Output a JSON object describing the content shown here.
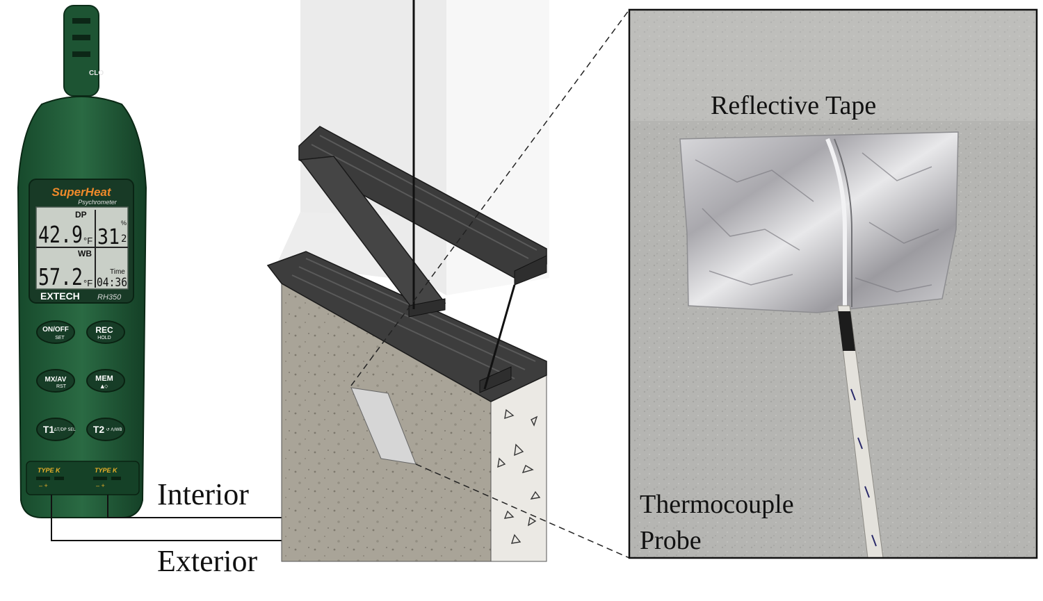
{
  "meter": {
    "brand_script": "SuperHeat",
    "model_subtitle": "Psychrometer",
    "brand": "EXTECH",
    "model": "RH350",
    "display": {
      "dp_label": "DP",
      "dp_value": "42.9",
      "dp_unit": "°F",
      "rh_value": "31",
      "rh_digit2": "2",
      "rh_unit": "%",
      "wb_label": "WB",
      "wb_value": "57.2",
      "wb_unit": "°F",
      "time_label": "Time",
      "time_value": "04:36"
    },
    "buttons": {
      "on_off": "ON/OFF",
      "on_off_sub": "SET",
      "rec": "REC",
      "rec_sub": "HOLD",
      "mx_av": "MX/AV",
      "mx_av_sub": "RST",
      "mem": "MEM",
      "mem_sub": "▲◇",
      "t1": "T1",
      "t1_sub": "ΔT/DP SEL",
      "t2": "T2",
      "t2_sub": "↺ Λ/WB"
    },
    "port1_label": "TYPE K",
    "port2_label": "TYPE K",
    "top_label": "CLO"
  },
  "labels": {
    "interior": "Interior",
    "exterior": "Exterior",
    "reflective_tape": "Reflective Tape",
    "probe_line1": "Thermocouple",
    "probe_line2": "Probe"
  },
  "colors": {
    "meter_body": "#1f5a36",
    "meter_dark": "#0f3a22",
    "lcd": "#c9cfc7",
    "concrete": "#a7a296",
    "frame": "#4a4a4a",
    "wall_photo": "#b6b6b4",
    "foil": "#c9c9cc"
  }
}
